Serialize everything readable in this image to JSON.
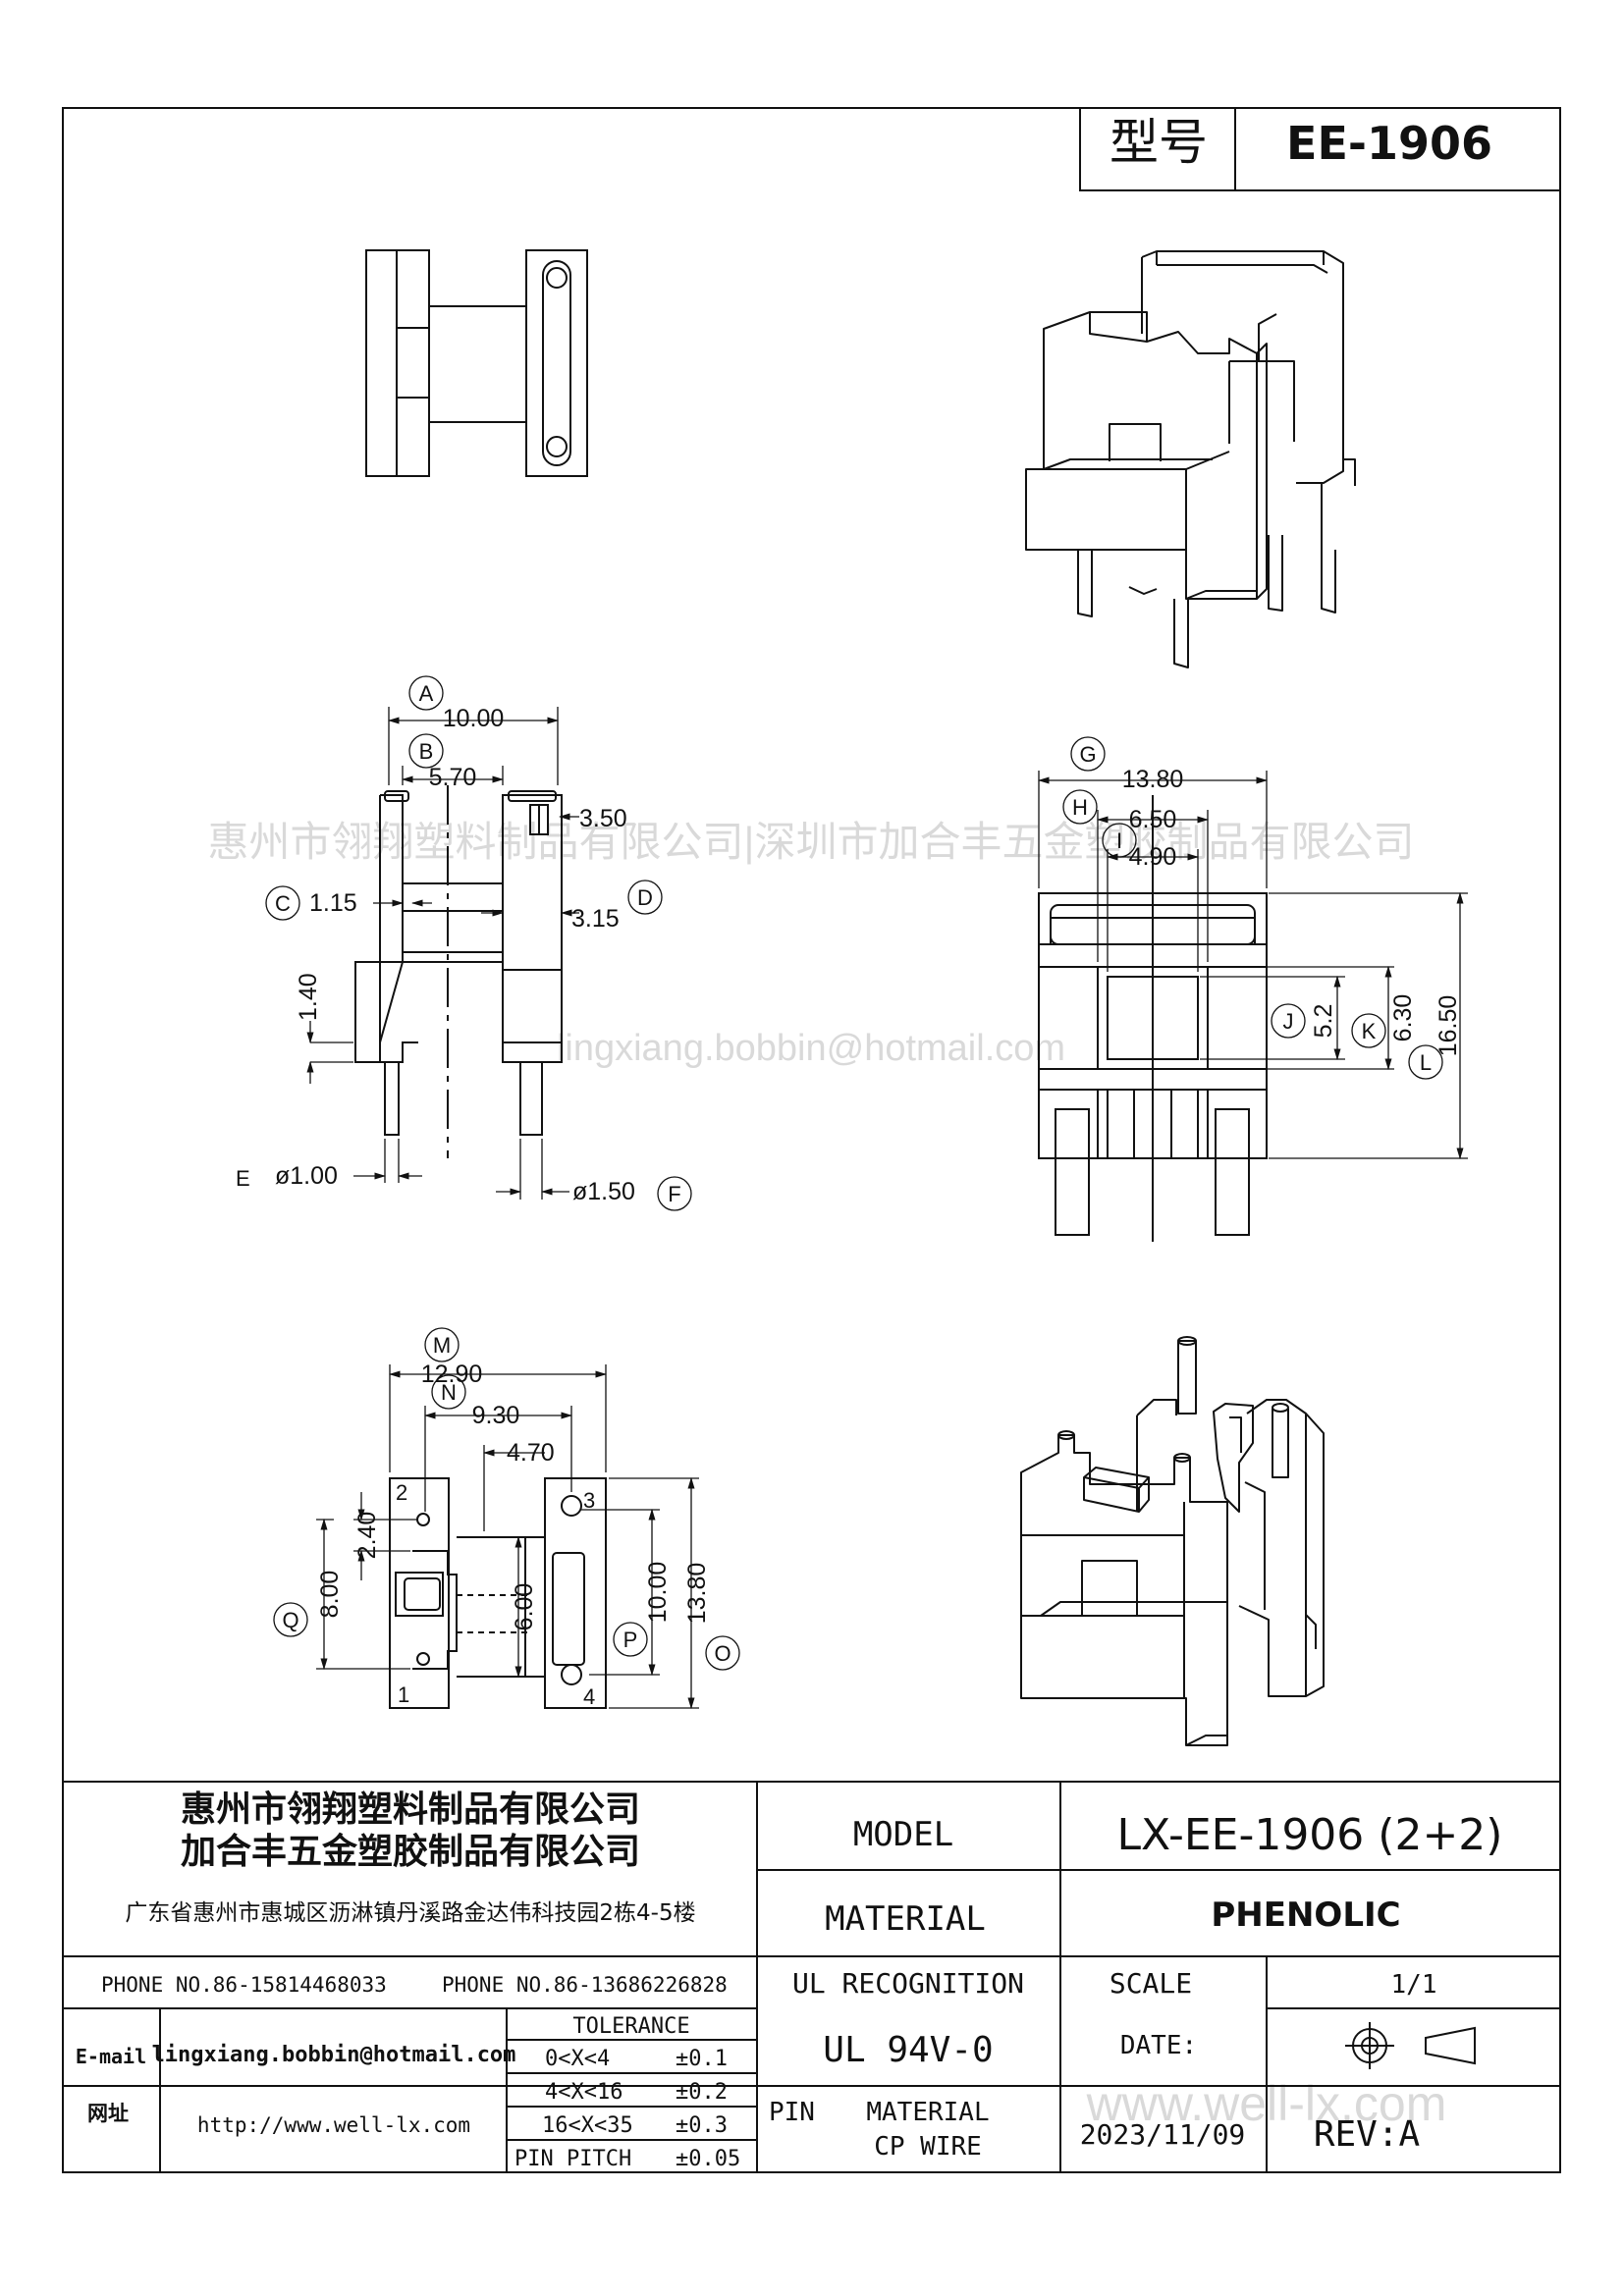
{
  "header": {
    "model_label": "型号",
    "model_value": "EE-1906"
  },
  "watermarks": {
    "company_line": "惠州市翎翔塑料制品有限公司|深圳市加合丰五金塑胶制品有限公司",
    "email_line": "lingxiang.bobbin@hotmail.com",
    "site_line": "www.well-lx.com"
  },
  "side_view": {
    "dims": {
      "A": "10.00",
      "B": "5.70",
      "C": "1.15",
      "D": "3.15",
      "top_slot": "3.50",
      "step": "1.40",
      "E": "ø1.00",
      "F": "ø1.50"
    },
    "labels": {
      "A": "A",
      "B": "B",
      "C": "C",
      "D": "D",
      "E": "E",
      "F": "F"
    }
  },
  "front_view": {
    "dims": {
      "G": "13.80",
      "H": "6.50",
      "I": "4.90",
      "J": "5.2",
      "K": "6.30",
      "L": "16.50"
    },
    "labels": {
      "G": "G",
      "H": "H",
      "I": "I",
      "J": "J",
      "K": "K",
      "L": "L"
    }
  },
  "bottom_view": {
    "dims": {
      "M": "12.90",
      "N": "9.30",
      "slot_w": "4.70",
      "pin_pitch_y": "2.40",
      "Q": "8.00",
      "slot_h": "6.00",
      "P": "10.00",
      "O": "13.80"
    },
    "labels": {
      "M": "M",
      "N": "N",
      "O": "O",
      "P": "P",
      "Q": "Q"
    },
    "pin_numbers": [
      "1",
      "2",
      "3",
      "4"
    ]
  },
  "title_block": {
    "company_1": "惠州市翎翔塑料制品有限公司",
    "company_2": "加合丰五金塑胶制品有限公司",
    "address": "广东省惠州市惠城区沥淋镇丹溪路金达伟科技园2栋4-5楼",
    "phone_1": "PHONE NO.86-15814468033",
    "phone_2": "PHONE NO.86-13686226828",
    "email_label": "E-mail",
    "email_value": "lingxiang.bobbin@hotmail.com",
    "web_label": "网址",
    "web_value": "http://www.well-lx.com",
    "tolerance_title": "TOLERANCE",
    "tolerances": [
      {
        "range": "0<X<4",
        "value": "±0.1"
      },
      {
        "range": "4<X<16",
        "value": "±0.2"
      },
      {
        "range": "16<X<35",
        "value": "±0.3"
      },
      {
        "range": "PIN PITCH",
        "value": "±0.05"
      }
    ],
    "model_label": "MODEL",
    "model_value": "LX-EE-1906 (2+2)",
    "material_label": "MATERIAL",
    "material_value": "PHENOLIC",
    "ul_label": "UL RECOGNITION",
    "ul_value": "UL 94V-0",
    "scale_label": "SCALE",
    "scale_value": "1/1",
    "date_label": "DATE:",
    "date_value": "2023/11/09",
    "pin_label": "PIN",
    "pin_material_label": "MATERIAL",
    "pin_material_value": "CP WIRE",
    "rev_label": "REV:A"
  }
}
